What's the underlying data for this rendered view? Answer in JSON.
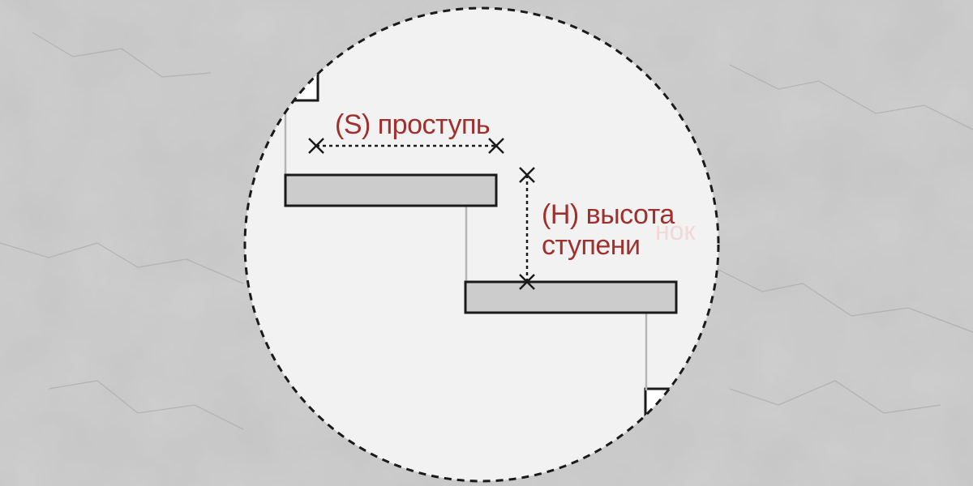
{
  "labels": {
    "tread": "(S) проступь",
    "height_line1": "(H) высота",
    "height_line2": "ступени",
    "faint_fragment": "нок"
  },
  "colors": {
    "background": "#cfcfcf",
    "circle_fill": "#f2f2f2",
    "label": "#a0302e",
    "step_fill": "#cccccc",
    "outline": "#1a1a1a",
    "riser": "#b5b5b5"
  }
}
